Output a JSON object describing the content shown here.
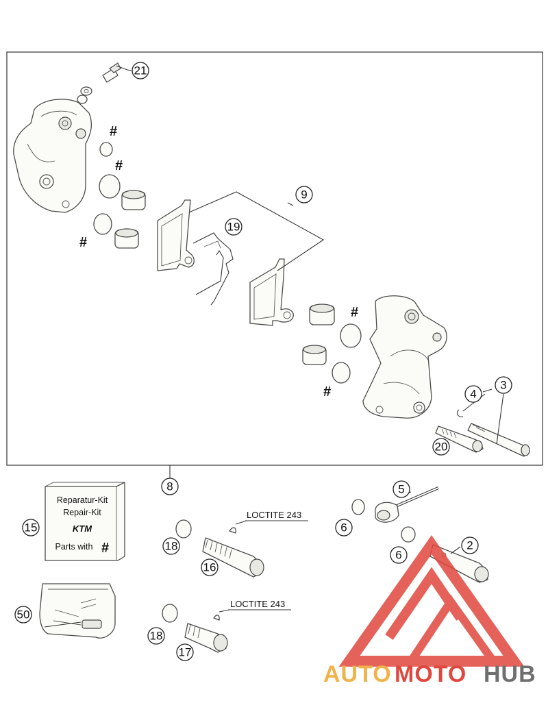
{
  "callouts": {
    "c2": "2",
    "c3": "3",
    "c4": "4",
    "c5": "5",
    "c6a": "6",
    "c6b": "6",
    "c8": "8",
    "c9": "9",
    "c15": "15",
    "c16": "16",
    "c17": "17",
    "c18a": "18",
    "c18b": "18",
    "c19": "19",
    "c20": "20",
    "c21": "21",
    "c50": "50"
  },
  "hash_mark": "#",
  "loctite_label": "LOCTITE 243",
  "repair_kit": {
    "line1": "Reparatur-Kit",
    "line2": "Repair-Kit",
    "brand": "KTM",
    "line3": "Parts with",
    "hash": "#"
  },
  "watermark": {
    "part1": "AUTO",
    "part2": "MOTO",
    "part3": "HUB",
    "color_red": "#e0473e",
    "color_orange": "#f2b24a",
    "color_grey": "#6f6f6f"
  }
}
